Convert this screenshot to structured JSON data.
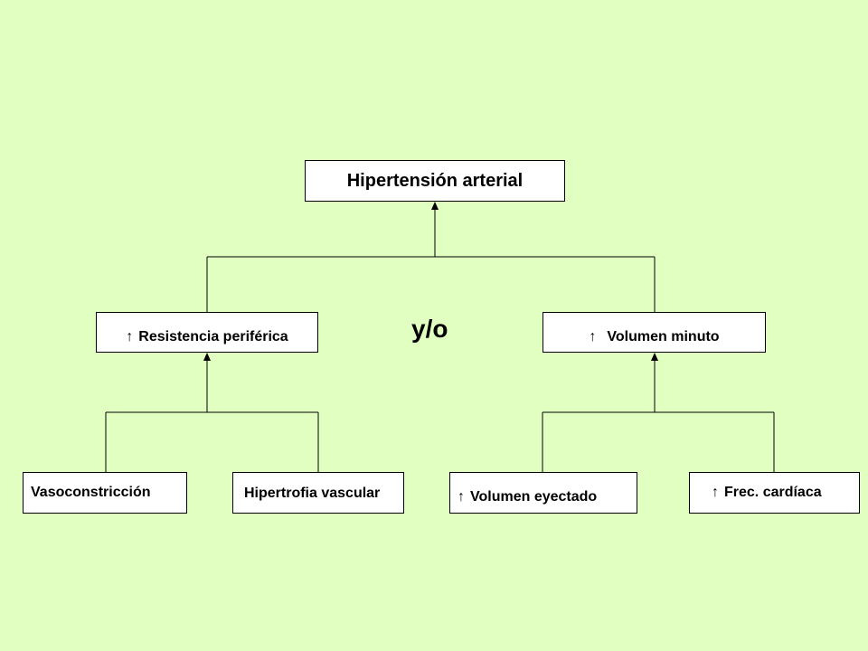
{
  "colors": {
    "background": "#e0ffc0",
    "box_fill": "#ffffff",
    "stroke": "#000000"
  },
  "nodes": {
    "top": "Hipertensión arterial",
    "left_mid": "Resistencia periférica",
    "right_mid": "Volumen minuto",
    "bottom_1": "Vasoconstricción",
    "bottom_2": "Hipertrofia vascular",
    "bottom_3": "Volumen eyectado",
    "bottom_4": "Frec. cardíaca"
  },
  "connector_label": "y/o",
  "increase_symbol": "↑"
}
